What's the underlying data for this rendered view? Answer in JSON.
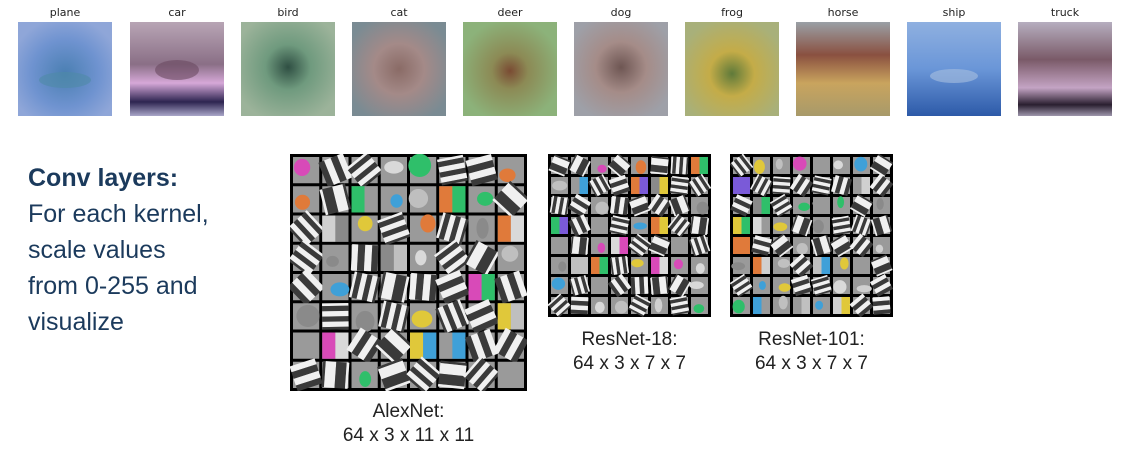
{
  "templates": {
    "classes": [
      "plane",
      "car",
      "bird",
      "cat",
      "deer",
      "dog",
      "frog",
      "horse",
      "ship",
      "truck"
    ],
    "colors": {
      "plane": [
        "#7c9fd4",
        "#5a7fbf"
      ],
      "car": [
        "#b9a6c9",
        "#3b2a55"
      ],
      "bird": [
        "#7d9c86",
        "#3f5f4f"
      ],
      "cat": [
        "#a68a8a",
        "#6c7a86"
      ],
      "deer": [
        "#8aa470",
        "#7a5d3a"
      ],
      "dog": [
        "#a88f8c",
        "#6e5a5c"
      ],
      "frog": [
        "#c8b25a",
        "#6f8a4a"
      ],
      "horse": [
        "#b99a6a",
        "#7a4b3a"
      ],
      "ship": [
        "#5e90d8",
        "#2f5ea8"
      ],
      "truck": [
        "#a799b5",
        "#3a2a3f"
      ]
    }
  },
  "caption": {
    "title": "Conv layers:",
    "lines": [
      "For each kernel,",
      "scale values",
      "from 0-255 and",
      "visualize"
    ]
  },
  "grids": [
    {
      "name": "alexnet",
      "label": "AlexNet:",
      "shape": "64 x 3 x 11 x 11"
    },
    {
      "name": "resnet18",
      "label": "ResNet-18:",
      "shape": "64 x 3 x 7 x 7"
    },
    {
      "name": "resnet101",
      "label": "ResNet-101:",
      "shape": "64 x 3 x 7 x 7"
    }
  ]
}
